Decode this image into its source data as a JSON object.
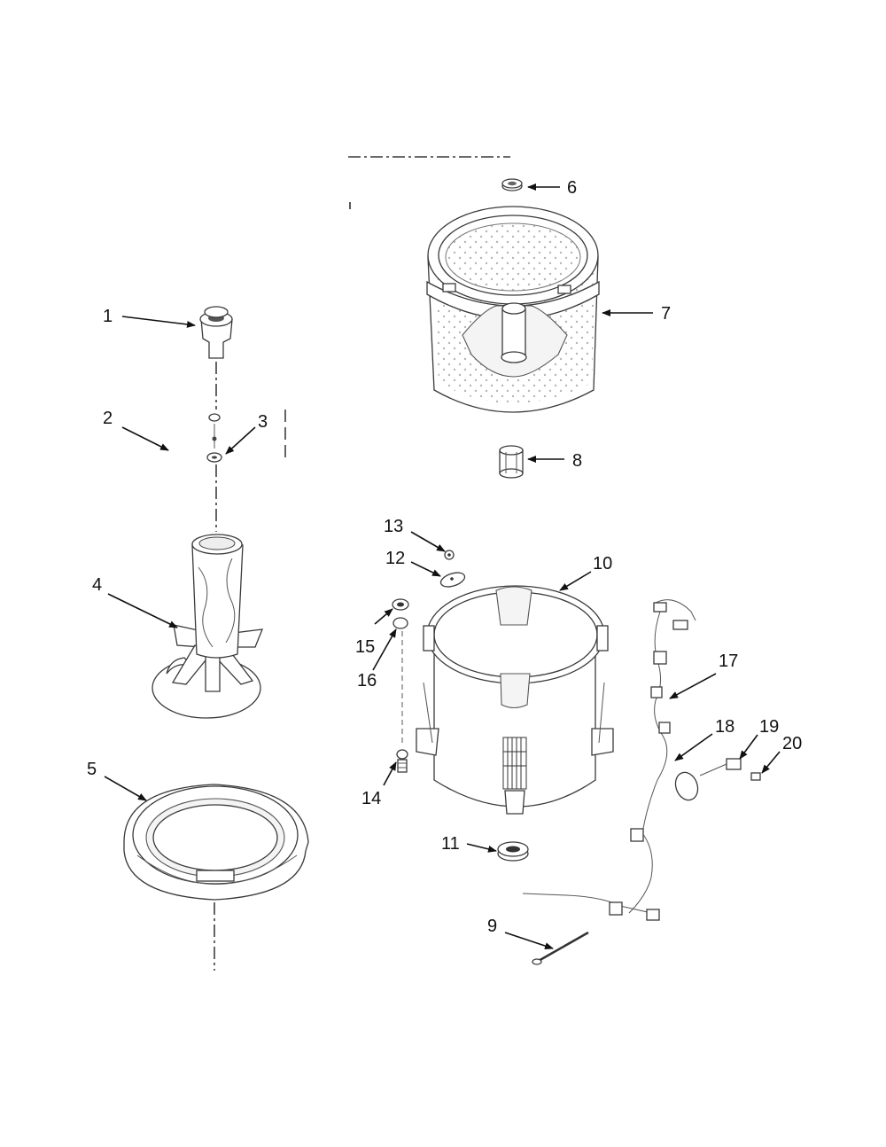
{
  "callouts": [
    "1",
    "2",
    "3",
    "4",
    "5",
    "6",
    "7",
    "8",
    "9",
    "10",
    "11",
    "12",
    "13",
    "14",
    "15",
    "16",
    "17",
    "18",
    "19",
    "20"
  ]
}
